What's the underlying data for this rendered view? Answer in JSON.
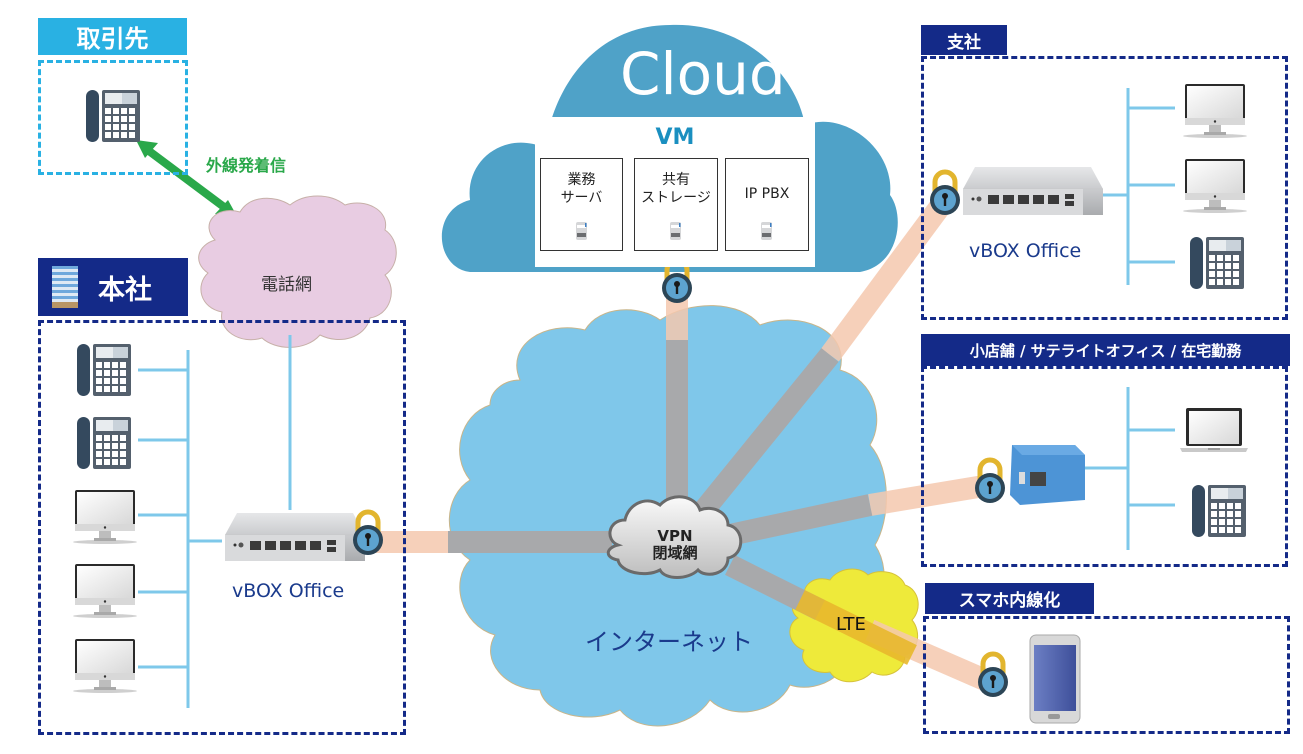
{
  "partner": {
    "title": "取引先",
    "color": "#29b1e3",
    "devices": [
      "desk-phone"
    ]
  },
  "external_call": {
    "label": "外線発着信",
    "color": "#2aa84a"
  },
  "phone_network": {
    "label": "電話網",
    "color": "#e8cce2"
  },
  "headquarters": {
    "title": "本社",
    "color": "#142a88",
    "devices": [
      "desk-phone",
      "desk-phone",
      "desktop-monitor",
      "desktop-monitor",
      "desktop-monitor"
    ],
    "router_label": "vBOX Office"
  },
  "cloud": {
    "title": "Cloud",
    "color": "#4fa2c8",
    "vm_title": "VM",
    "vm_title_color": "#1a8fc0",
    "vms": [
      {
        "line1": "業務",
        "line2": "サーバ"
      },
      {
        "line1": "共有",
        "line2": "ストレージ"
      },
      {
        "line1": "IP PBX",
        "line2": ""
      }
    ]
  },
  "internet": {
    "label": "インターネット",
    "color": "#7fc7ea",
    "vpn_line1": "VPN",
    "vpn_line2": "閉域網",
    "lte_label": "LTE",
    "lte_color": "#eeea3a"
  },
  "branch": {
    "title": "支社",
    "color": "#142a88",
    "devices": [
      "desktop-monitor",
      "desktop-monitor",
      "desk-phone"
    ],
    "router_label": "vBOX Office"
  },
  "small_office": {
    "title": "小店舗 / サテライトオフィス / 在宅勤務",
    "color": "#142a88",
    "devices": [
      "laptop",
      "desk-phone"
    ]
  },
  "smartphone": {
    "title": "スマホ内線化",
    "color": "#142a88",
    "devices": [
      "smartphone"
    ]
  },
  "colors": {
    "tunnel": "#f5c8ae",
    "link": "#7ec8ea",
    "vpn_link": "#a8a9ab",
    "lock_shackle": "#e2b52e",
    "lock_body": "#2c4556"
  }
}
